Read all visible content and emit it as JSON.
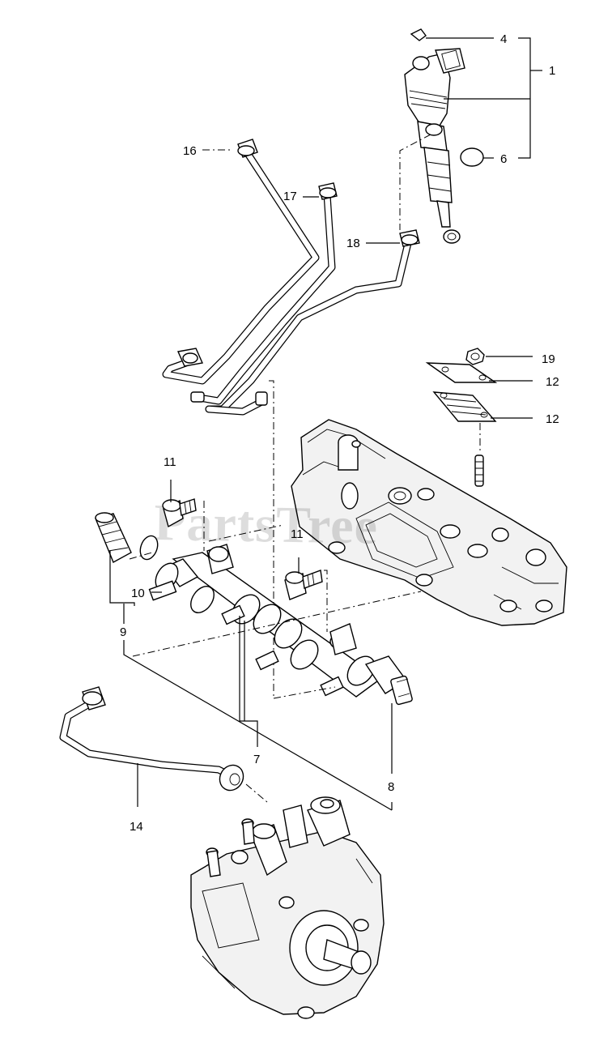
{
  "watermark": "PartsTree",
  "callouts": {
    "c1": "1",
    "c4": "4",
    "c6": "6",
    "c7": "7",
    "c8": "8",
    "c9": "9",
    "c10": "10",
    "c11a": "11",
    "c11b": "11",
    "c12a": "12",
    "c12b": "12",
    "c14": "14",
    "c16": "16",
    "c17": "17",
    "c18": "18",
    "c19": "19"
  }
}
